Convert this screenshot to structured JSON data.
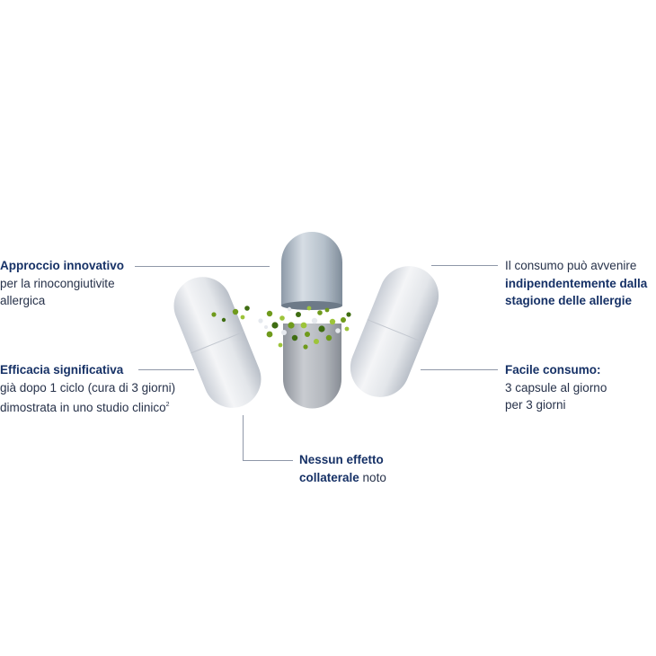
{
  "features": {
    "innovative": {
      "title": "Approccio innovativo",
      "line1": "per la rinocongiutivite",
      "line2": "allergica"
    },
    "efficacy": {
      "title": "Efficacia significativa",
      "line1": "già dopo 1 ciclo (cura di 3 giorni)",
      "line2": "dimostrata in uno studio clinico",
      "footnote": "2"
    },
    "no_side_effect": {
      "title_line1": "Nessun effetto",
      "title_line2": "collaterale",
      "suffix": " noto"
    },
    "season": {
      "line1": "Il consumo può avvenire",
      "bold_line1": "indipendentemente dalla",
      "bold_line2": "stagione delle allergie"
    },
    "easy": {
      "title": "Facile consumo:",
      "line1": "3 capsule al giorno",
      "line2": "per 3 giorni"
    }
  },
  "colors": {
    "heading": "#163166",
    "body_text": "#27324a",
    "connector": "#8f98a8",
    "granule_green": "#6f9a1c",
    "granule_dark": "#3f6d12",
    "capsule_light": "#e8eaee",
    "capsule_cap": "#a9b4c0"
  },
  "icons": {
    "capsules": "capsule-illustration"
  }
}
